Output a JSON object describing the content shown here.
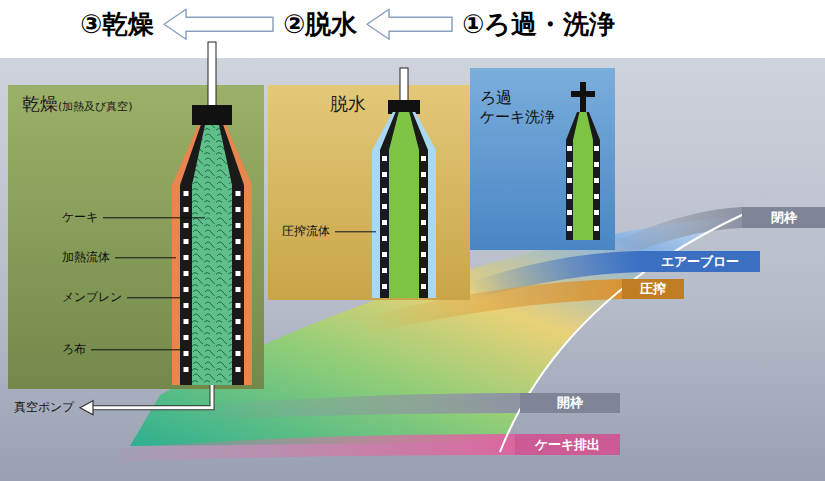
{
  "diagram": {
    "nodes": [
      {
        "text": [
          "③乾燥"
        ]
      },
      {
        "text": [
          "②脱水"
        ]
      },
      {
        "text": [
          "①ろ過・洗浄"
        ]
      },
      {
        "text": [
          "乾燥",
          "(加熱及び真空)"
        ]
      },
      {
        "text": [
          "脱水"
        ]
      },
      {
        "text": [
          "ろ過",
          "ケーキ洗浄"
        ]
      }
    ],
    "edges": [
      {
        "from": 2,
        "to": 1,
        "arrow": "to"
      },
      {
        "from": 1,
        "to": 0,
        "arrow": "to"
      }
    ],
    "labels": [
      "ケーキ",
      "加熱流体",
      "メンブレン",
      "ろ布",
      "真空ポンプ",
      "圧搾流体",
      "閉枠",
      "エアーブロー",
      "圧搾",
      "開枠",
      "ケーキ排出"
    ]
  }
}
